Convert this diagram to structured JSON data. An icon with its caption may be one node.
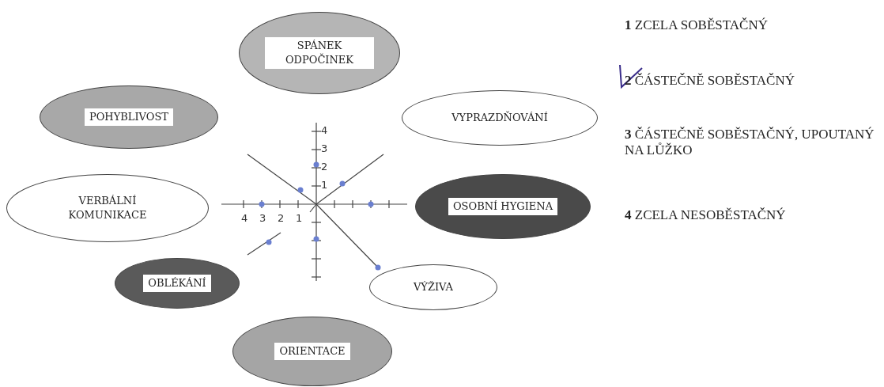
{
  "diagram": {
    "nodes": [
      {
        "text": [
          "SPÁNEK ODPOČINEK"
        ]
      },
      {
        "text": [
          "POHYBLIVOST"
        ]
      },
      {
        "text": [
          "VYPRAZDŇOVÁNÍ"
        ]
      },
      {
        "text": [
          "VERBÁLNÍ KOMUNIKACE"
        ]
      },
      {
        "text": [
          "OSOBNÍ HYGIENA"
        ]
      },
      {
        "text": [
          "OBLÉKÁNÍ"
        ]
      },
      {
        "text": [
          "VÝŽIVA"
        ]
      },
      {
        "text": [
          "ORIENTACE"
        ]
      }
    ],
    "labels": [
      "4",
      "3",
      "2",
      "1",
      "4",
      "3",
      "2",
      "1",
      "**1** ZCELA SOBĚSTAČNÝ",
      "**2** ČÁSTEČNĚ SOBĚSTAČNÝ",
      "**3** ČÁSTEČNĚ SOBĚSTAČNÝ, UPOUTANÝ NA LŮŽKO",
      "**4** ZCELA NESOBĚSTAČNÝ"
    ]
  }
}
